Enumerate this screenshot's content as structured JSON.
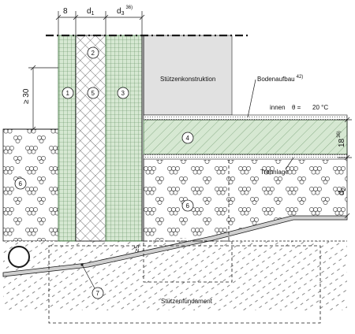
{
  "dimensions": {
    "top_a": "8",
    "top_b": "d",
    "top_b_sub": "1",
    "top_c": "d",
    "top_c_sub": "3",
    "top_c_sup": "36)",
    "left_height": "≥ 30",
    "right_screed": "18",
    "right_screed_sup": "36)",
    "right_d2": "d",
    "right_d2_sub": "2",
    "bottom_gap": "≥5"
  },
  "labels": {
    "stuetzenkonstruktion": "Stützenkonstruktion",
    "bodenaufbau": "Bodenaufbau",
    "bodenaufbau_sup": "42)",
    "innen": "innen",
    "theta": "θ =",
    "temp": "20 °C",
    "trennlage": "Trennlage",
    "stuetzenfundament": "Stützenfundament"
  },
  "callouts": [
    "1",
    "2",
    "3",
    "4",
    "5",
    "6",
    "6",
    "7"
  ],
  "colors": {
    "green_fill": "#d6e8d2",
    "green_line": "#4a7a4a",
    "grey_fill": "#e1e1e1",
    "line": "#1a1a1a"
  }
}
